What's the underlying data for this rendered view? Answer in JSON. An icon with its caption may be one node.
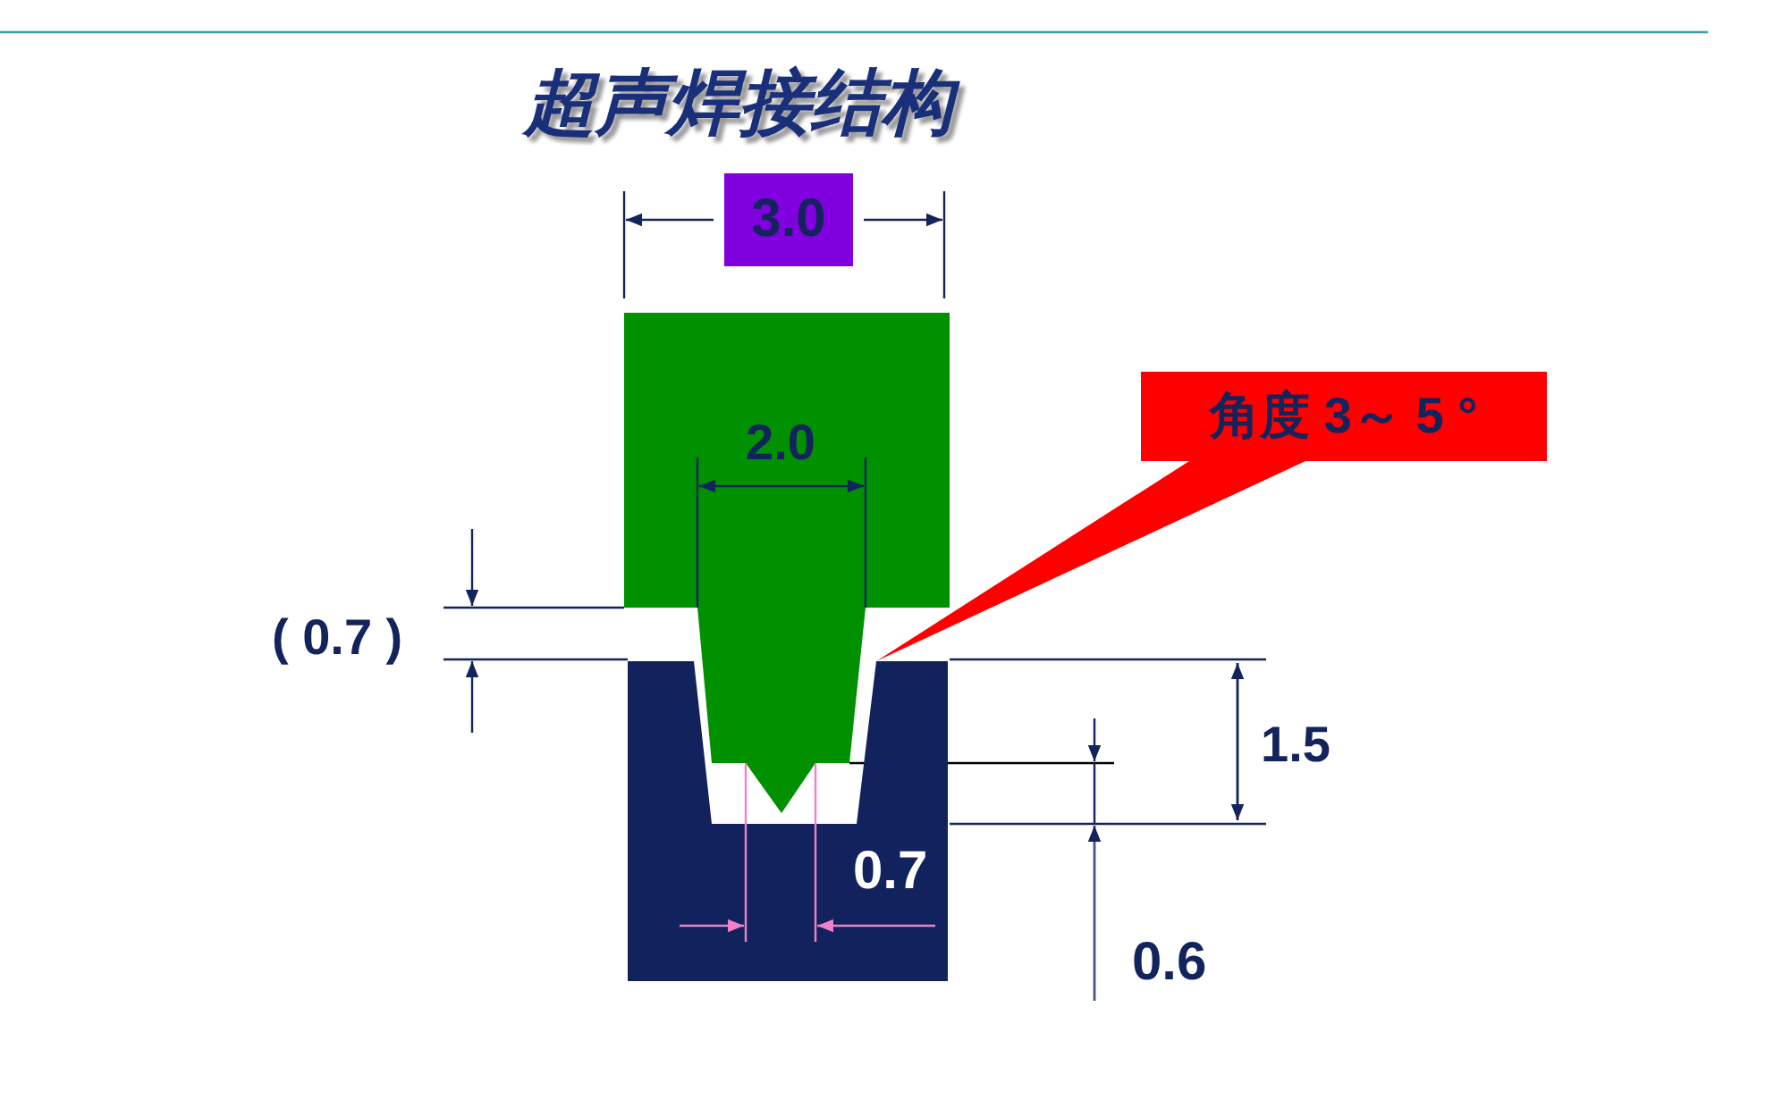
{
  "diagram": {
    "title": "超声焊接结构",
    "nodes": [
      {
        "text": [
          "3.0"
        ]
      },
      {
        "text": [
          "角度 3～ 5 °"
        ]
      },
      {
        "text": [],
        "shape": "picture"
      }
    ],
    "edges": [
      {
        "from": 1,
        "to": 2,
        "arrow": "none"
      }
    ],
    "labels": [
      "2.0",
      "( 0.7 )",
      "1.5",
      "0.7",
      "0.6"
    ]
  }
}
